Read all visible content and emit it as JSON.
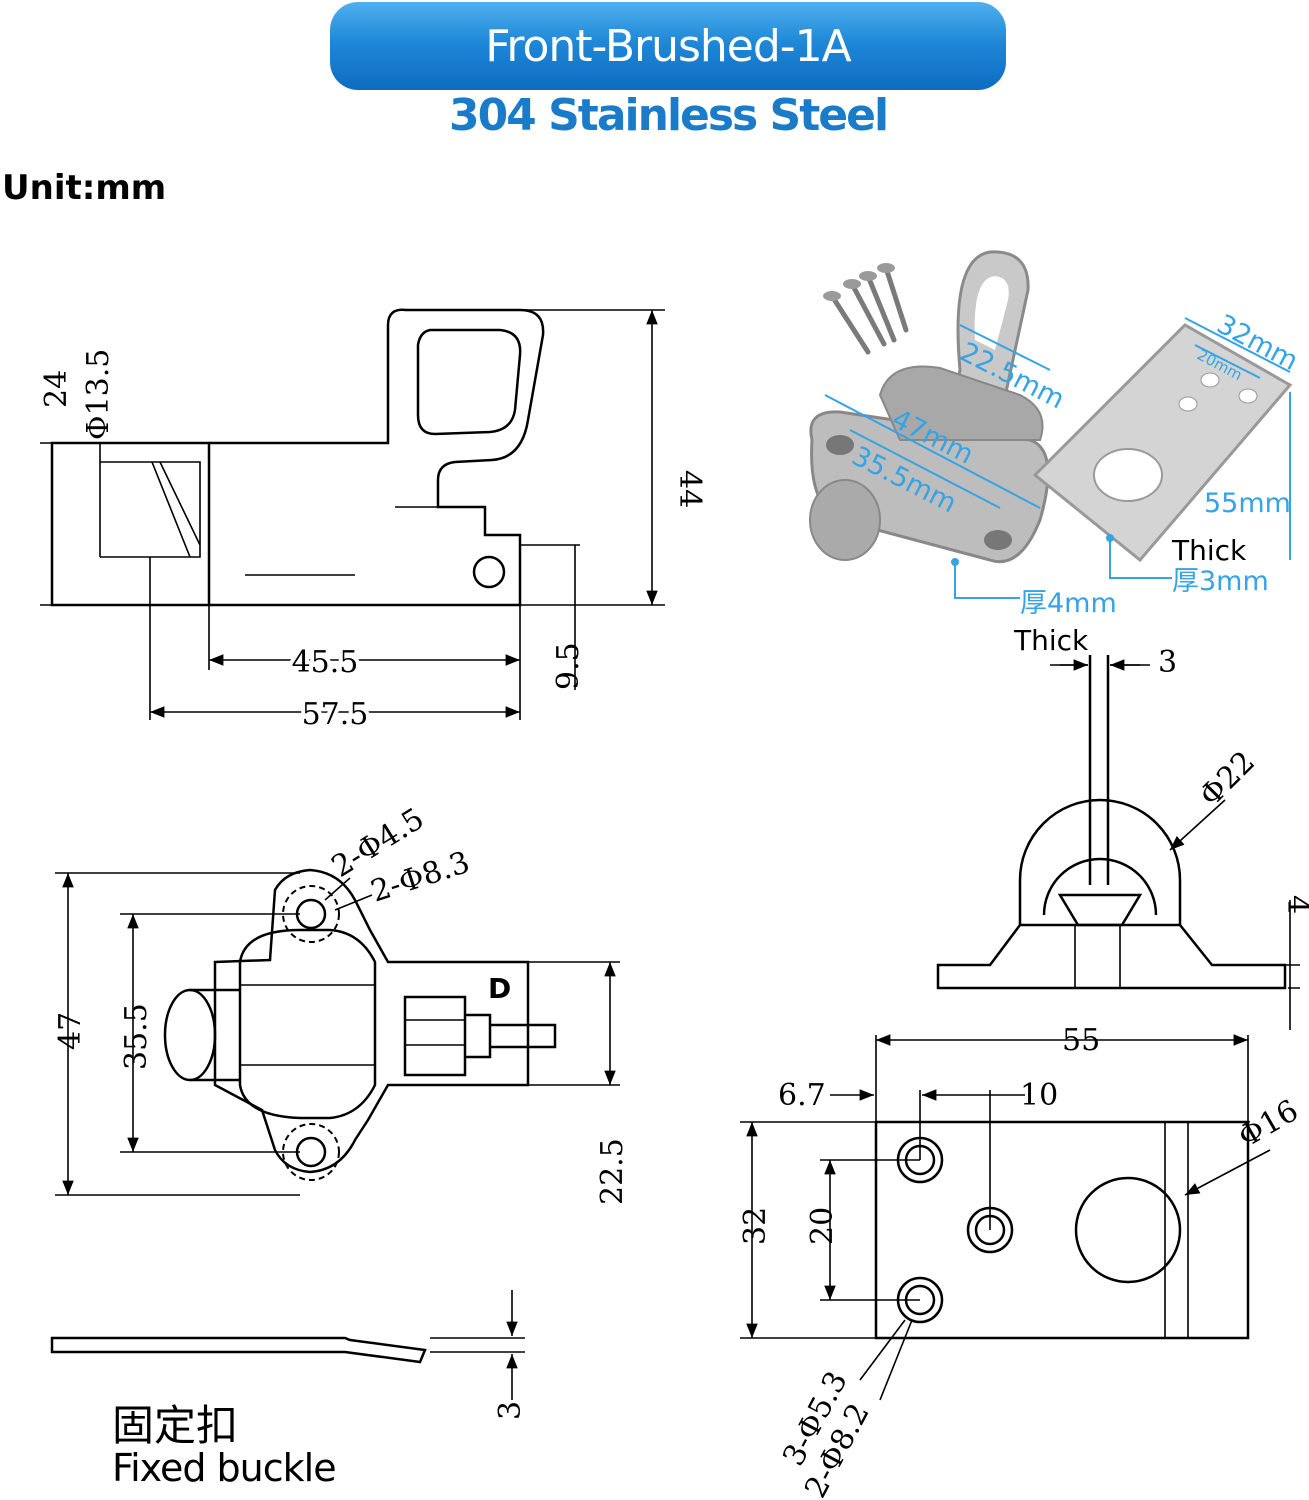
{
  "header": {
    "title": "Front-Brushed-1A",
    "material": "304 Stainless Steel"
  },
  "unit_label": "Unit:mm",
  "side_view": {
    "dims": [
      "24",
      "Φ13.5",
      "44",
      "9.5",
      "45.5",
      "57.5"
    ]
  },
  "photo": {
    "labels": [
      "22.5mm",
      "47mm",
      "35.5mm",
      "32mm",
      "20mm",
      "55mm",
      "Thick",
      "厚3mm",
      "厚4mm",
      "Thick"
    ]
  },
  "front_view": {
    "dims": [
      "3",
      "Φ22",
      "4"
    ]
  },
  "top_view": {
    "dims": [
      "2-Φ4.5",
      "2-Φ8.3",
      "47",
      "35.5",
      "22.5"
    ],
    "marker": "D"
  },
  "plate_view": {
    "dims": [
      "55",
      "6.7",
      "10",
      "Φ16",
      "32",
      "20",
      "3-Φ5.3",
      "2-Φ8.2"
    ]
  },
  "buckle": {
    "dim": "3",
    "caption_cn": "固定扣",
    "caption_en": "Fixed buckle"
  }
}
